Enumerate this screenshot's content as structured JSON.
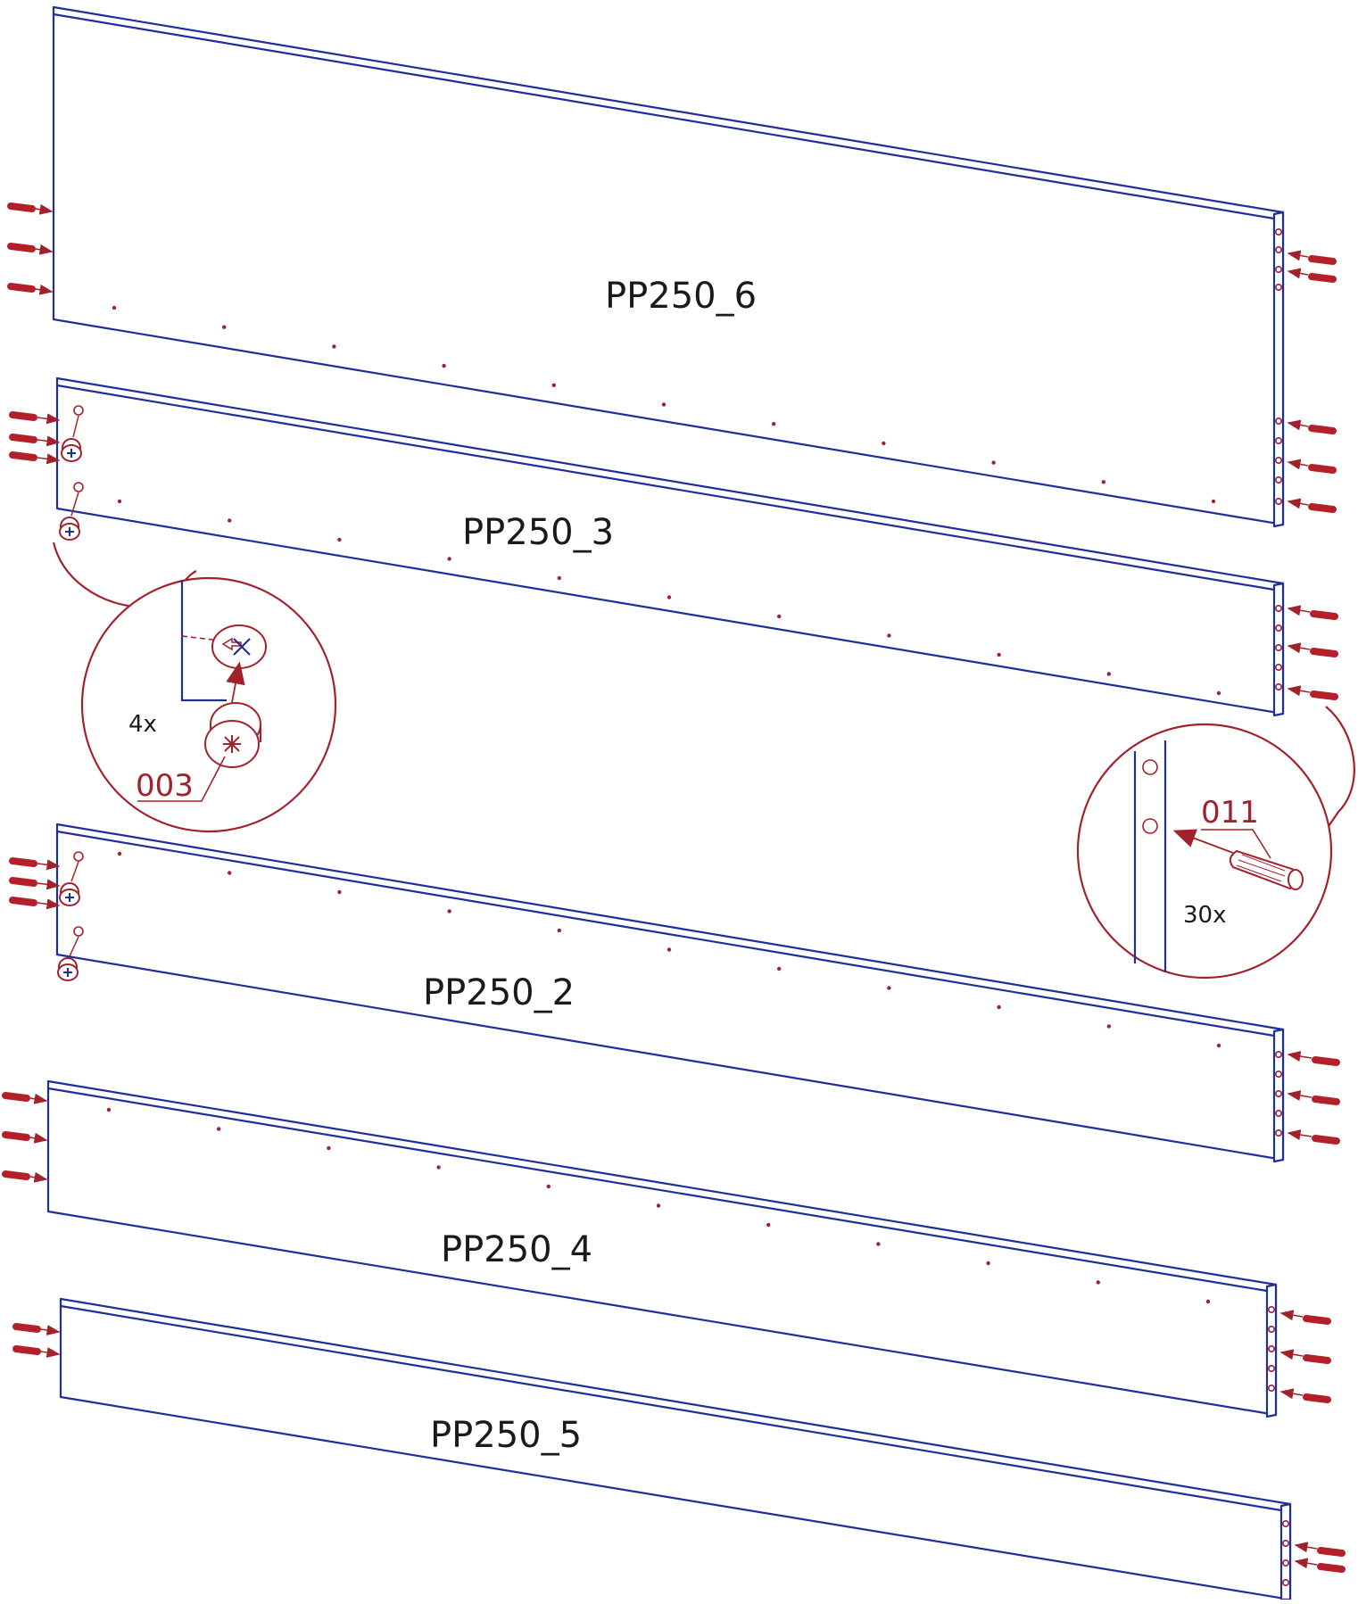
{
  "panels": [
    {
      "id": "p6",
      "label": "PP250_6"
    },
    {
      "id": "p3",
      "label": "PP250_3"
    },
    {
      "id": "p2",
      "label": "PP250_2"
    },
    {
      "id": "p4",
      "label": "PP250_4"
    },
    {
      "id": "p5",
      "label": "PP250_5"
    }
  ],
  "details": {
    "cam": {
      "quantity": "4x",
      "part_number": "003"
    },
    "dowel": {
      "quantity": "30x",
      "part_number": "011"
    }
  },
  "colors": {
    "panel_outline": "#1f2f9a",
    "hardware": "#a3212b"
  }
}
